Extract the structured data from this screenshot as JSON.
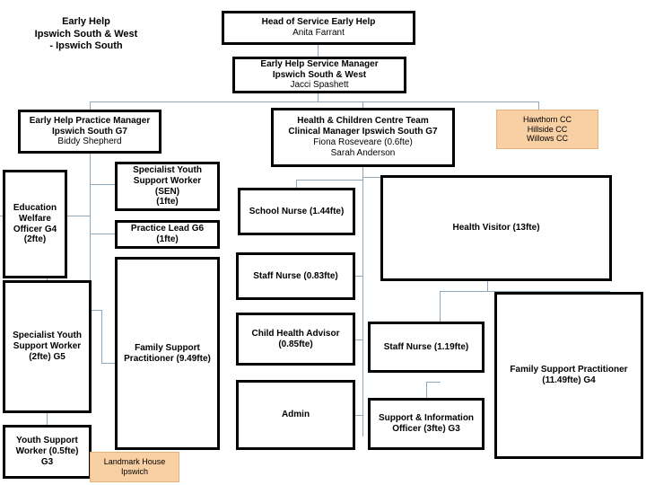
{
  "chart_data": {
    "type": "diagram",
    "title": "Early Help Ipswich South & West - Ipswich South",
    "subtype": "organisational-hierarchy"
  },
  "heading": {
    "text": "Early Help\nIpswich South & West\n- Ipswich South"
  },
  "nodes": {
    "head_of_service": {
      "line1": "Head of Service Early Help",
      "line2": "Anita Farrant"
    },
    "service_manager": {
      "line1": "Early Help Service Manager\nIpswich South & West",
      "line2": "Jacci Spashett"
    },
    "practice_manager": {
      "line1": "Early Help Practice Manager\nIpswich South G7",
      "line2": "Biddy Shepherd"
    },
    "clinical_manager": {
      "line1": "Health & Children Centre Team\nClinical Manager Ipswich South G7",
      "line2": "Fiona Roseveare (0.6fte)\nSarah Anderson"
    },
    "education_welfare_officer": {
      "text": "Education\nWelfare\nOfficer G4\n(2fte)"
    },
    "specialist_youth_support_worker_g5": {
      "text": "Specialist Youth\nSupport Worker\n(2fte) G5"
    },
    "youth_support_worker_g3": {
      "text": "Youth Support\nWorker (0.5fte)\nG3"
    },
    "specialist_youth_support_worker_sen": {
      "text": "Specialist Youth\nSupport Worker (SEN)\n(1fte)"
    },
    "practice_lead_g6": {
      "text": "Practice Lead G6 (1fte)"
    },
    "family_support_practitioner_949": {
      "text": "Family Support\nPractitioner (9.49fte)"
    },
    "school_nurse": {
      "text": "School Nurse (1.44fte)"
    },
    "staff_nurse_083": {
      "text": "Staff Nurse (0.83fte)"
    },
    "child_health_advisor": {
      "text": "Child Health Advisor\n(0.85fte)"
    },
    "admin": {
      "text": "Admin"
    },
    "health_visitor": {
      "text": "Health Visitor (13fte)"
    },
    "staff_nurse_119": {
      "text": "Staff Nurse (1.19fte)"
    },
    "support_information_officer": {
      "text": "Support & Information\nOfficer (3fte) G3"
    },
    "family_support_practitioner_1149": {
      "text": "Family Support Practitioner\n(11.49fte) G4"
    }
  },
  "callouts": {
    "childrens_centres": {
      "text": "Hawthorn CC\nHillside CC\nWillows CC"
    },
    "landmark_house": {
      "text": "Landmark House\nIpswich"
    }
  },
  "colors": {
    "box_border": "#000000",
    "connector": "#8fa7bd",
    "callout_fill": "#f9cfa4",
    "callout_border": "#e8b27d",
    "background": "#ffffff"
  }
}
